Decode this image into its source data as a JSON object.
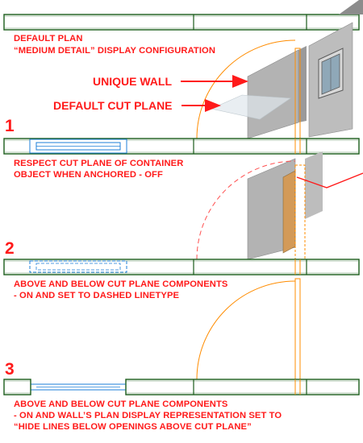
{
  "header": {
    "line1": "DEFAULT PLAN",
    "line2": "“MEDIUM DETAIL” DISPLAY CONFIGURATION"
  },
  "callouts": {
    "unique_wall": "UNIQUE WALL",
    "cut_plane": "DEFAULT CUT PLANE"
  },
  "examples": [
    {
      "number": "1",
      "caption_lines": [
        "RESPECT CUT PLANE OF CONTAINER",
        "OBJECT WHEN ANCHORED - OFF"
      ]
    },
    {
      "number": "2",
      "caption_lines": [
        "ABOVE AND BELOW CUT PLANE COMPONENTS",
        "- ON AND SET TO DASHED LINETYPE"
      ]
    },
    {
      "number": "3",
      "caption_lines": [
        "ABOVE AND BELOW CUT PLANE COMPONENTS",
        "- ON AND WALL’S PLAN DISPLAY REPRESENTATION SET TO",
        "“HIDE LINES BELOW OPENINGS ABOVE CUT PLANE”"
      ]
    }
  ],
  "colors": {
    "annotation": "#ff1a1a",
    "wall_line": "#1a5c1a",
    "door_swing": "#ff8c00",
    "window": "#1e7fd8",
    "wall_face": "#a9a9a9"
  }
}
